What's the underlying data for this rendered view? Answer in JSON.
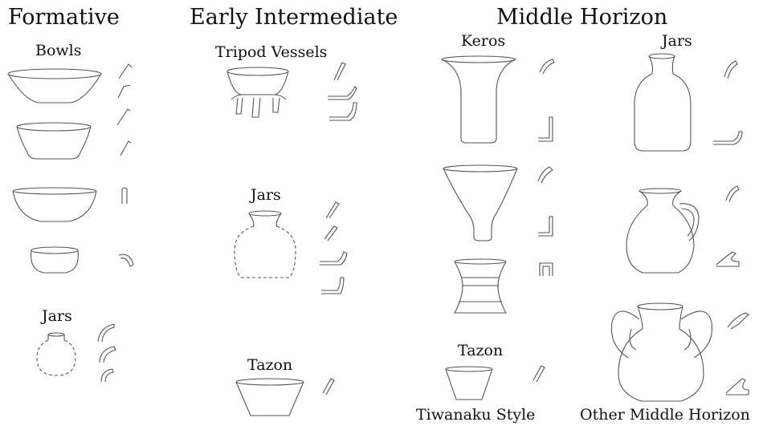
{
  "periods": {
    "formative": "Formative",
    "early_intermediate": "Early Intermediate",
    "middle_horizon": "Middle Horizon"
  },
  "groups": {
    "formative_bowls": "Bowls",
    "formative_jars": "Jars",
    "ei_tripod": "Tripod Vessels",
    "ei_jars": "Jars",
    "ei_tazon": "Tazon",
    "mh_keros": "Keros",
    "mh_jars": "Jars",
    "mh_tazon": "Tazon"
  },
  "styles": {
    "tiwanaku": "Tiwanaku Style",
    "other_mh": "Other Middle Horizon"
  }
}
